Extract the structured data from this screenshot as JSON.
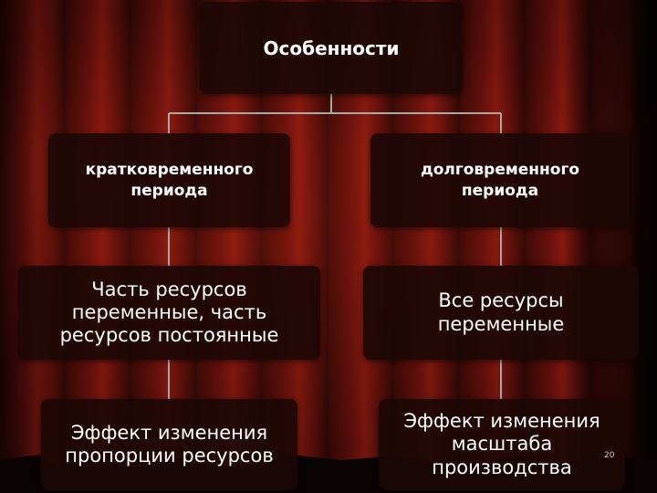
{
  "diagram": {
    "title": "Особенности",
    "columns": [
      {
        "header": "кратковременного периода",
        "resources": "Часть ресурсов переменные, часть ресурсов постоянные",
        "effect": "Эффект изменения пропорции ресурсов"
      },
      {
        "header": "долговременного периода",
        "resources": "Все ресурсы переменные",
        "effect": "Эффект изменения масштаба производства"
      }
    ]
  },
  "slide_number": "20",
  "colors": {
    "box_fill": "#1c0806",
    "connector": "#a8a8a8",
    "text": "#ffffff",
    "curtain": "#6e130d"
  }
}
